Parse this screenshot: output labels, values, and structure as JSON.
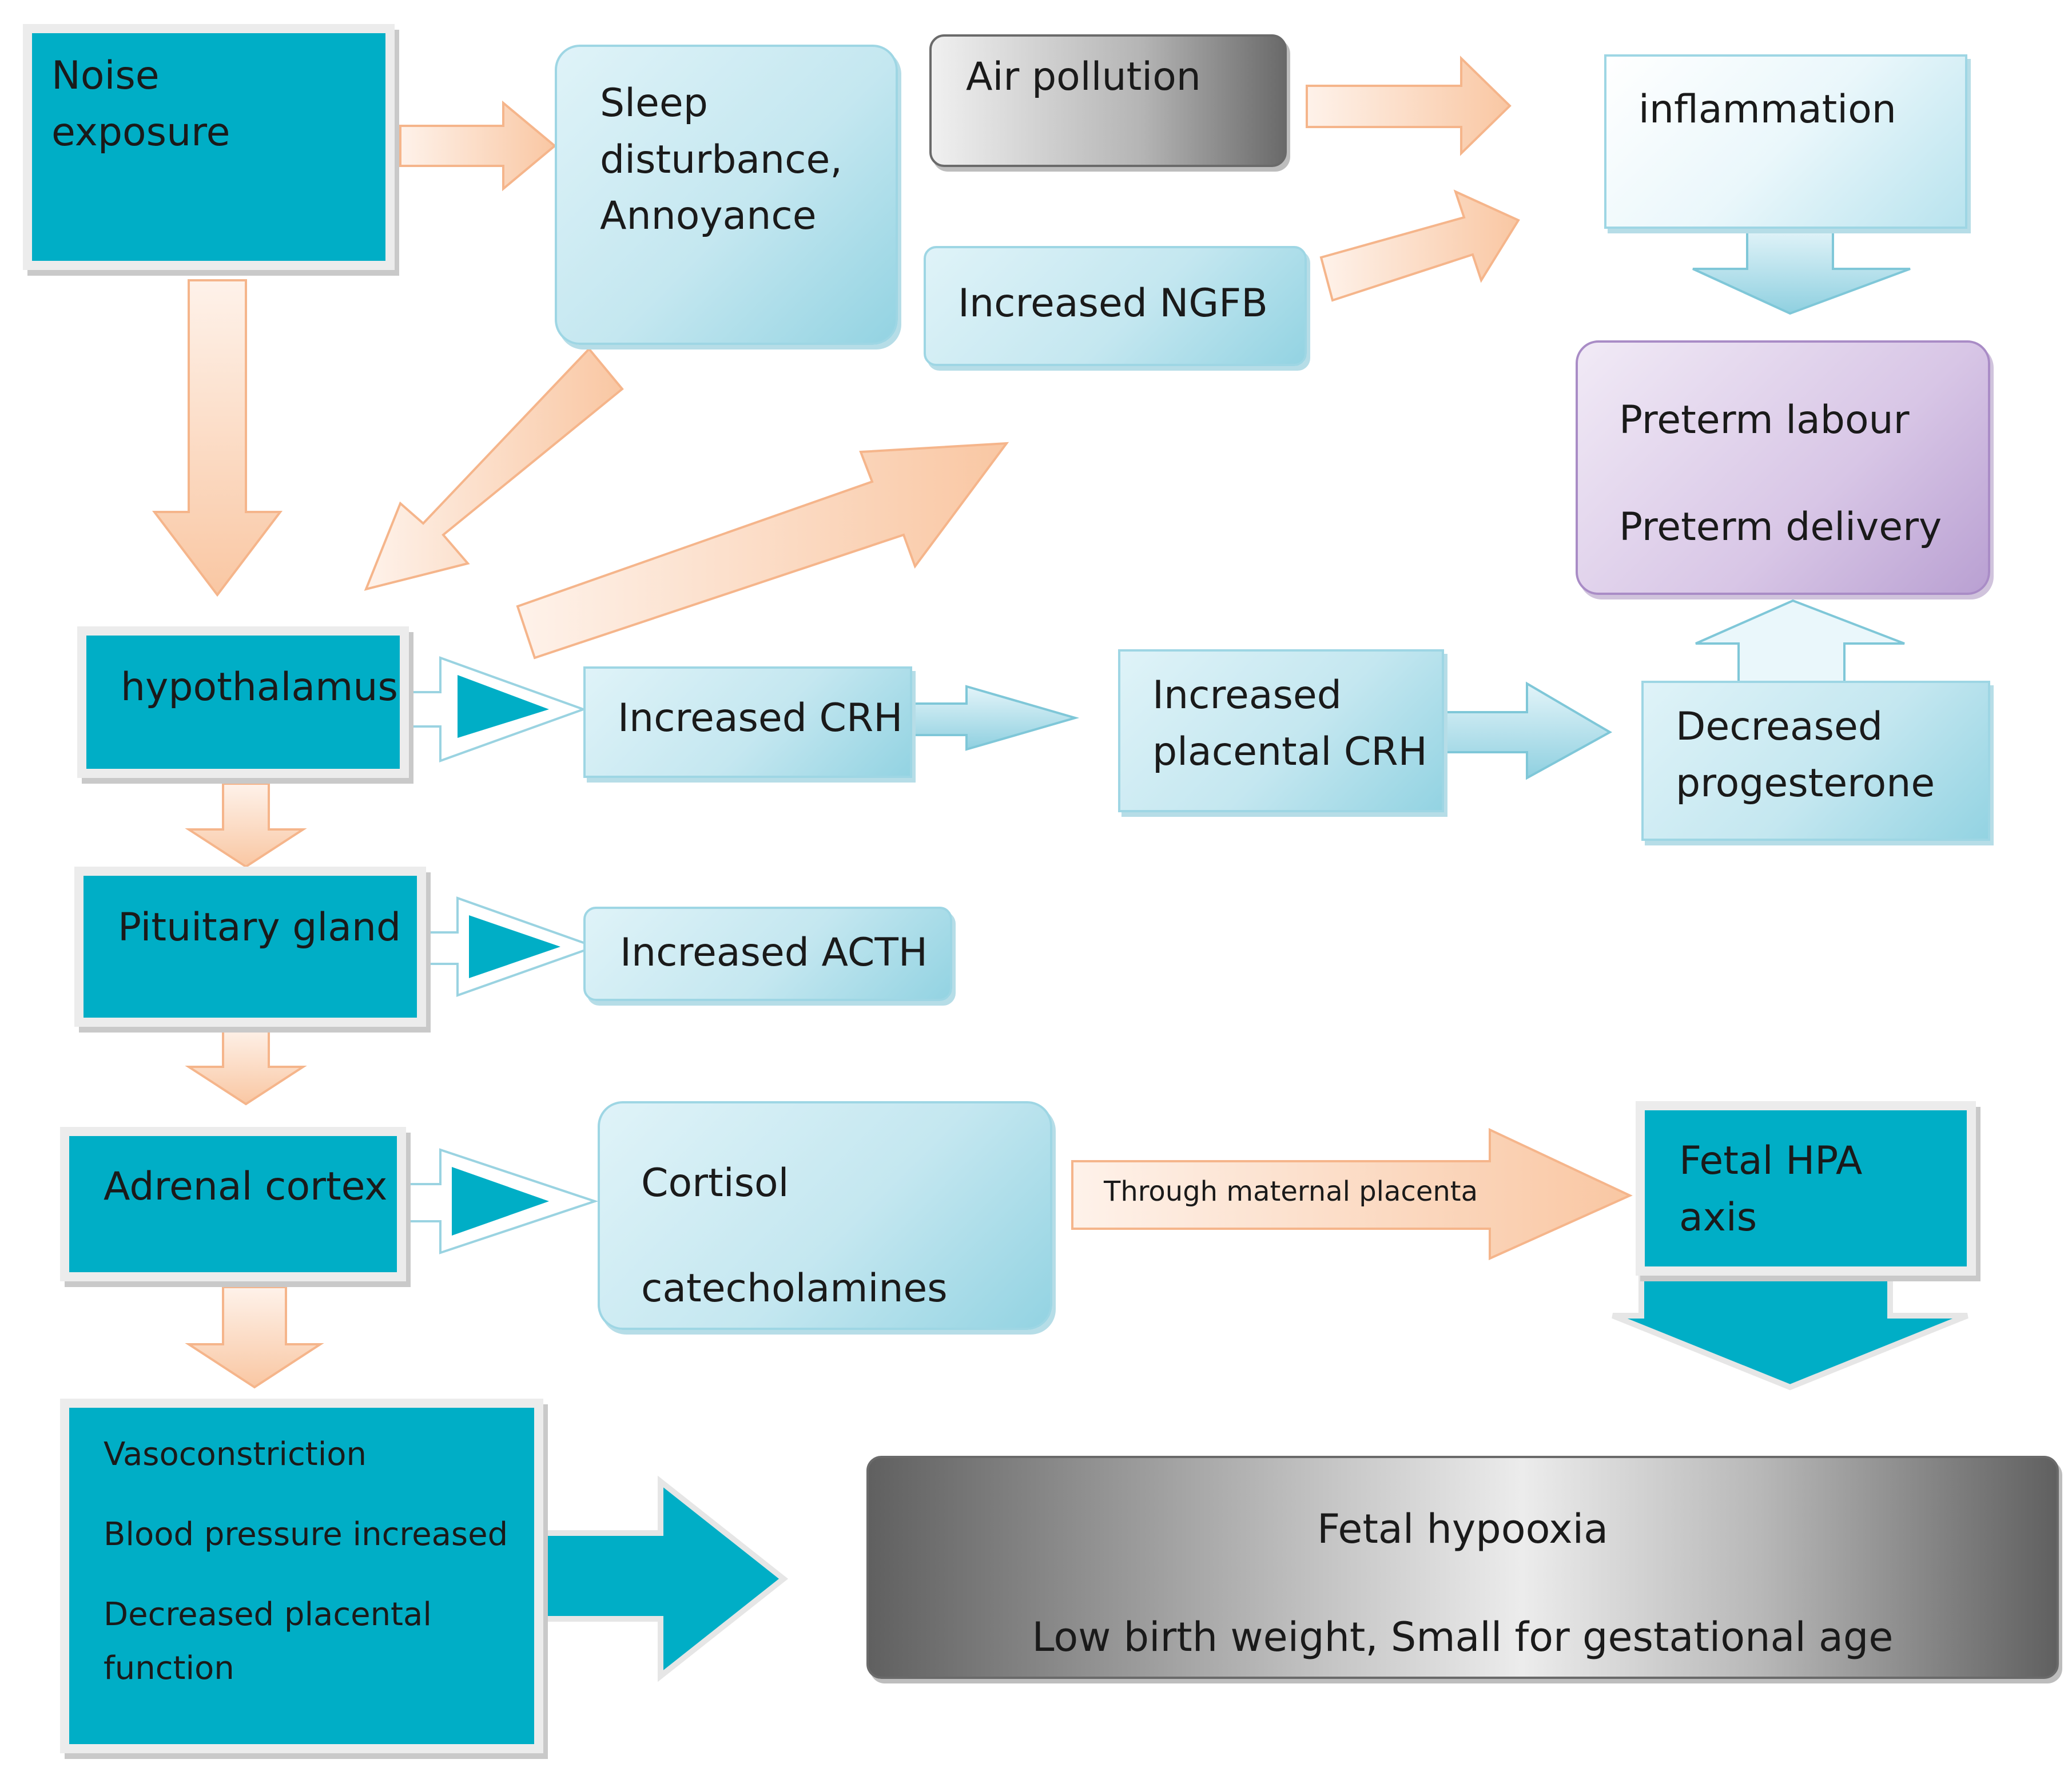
{
  "nodes": {
    "noise_exposure": [
      "Noise",
      "exposure"
    ],
    "sleep_disturbance": [
      "Sleep",
      "disturbance,",
      "Annoyance"
    ],
    "air_pollution": "Air pollution",
    "inflammation": "inflammation",
    "increased_ngfb": "Increased NGFB",
    "preterm": [
      "Preterm labour",
      "Preterm delivery"
    ],
    "hypothalamus": "hypothalamus",
    "increased_crh": "Increased CRH",
    "increased_placental_crh": [
      "Increased",
      "placental CRH"
    ],
    "decreased_progesterone": [
      "Decreased",
      "progesterone"
    ],
    "pituitary_gland": "Pituitary gland",
    "increased_acth": "Increased ACTH",
    "adrenal_cortex": "Adrenal cortex",
    "cortisol": [
      "Cortisol",
      "catecholamines"
    ],
    "fetal_hpa_axis": [
      "Fetal HPA",
      "axis"
    ],
    "vasoconstriction_box": [
      "Vasoconstriction",
      "Blood pressure increased",
      "Decreased placental",
      "function"
    ],
    "fetal_hypoxia": [
      "Fetal hypooxia",
      "Low birth weight, Small for gestational age"
    ]
  },
  "edge_labels": {
    "cortisol_to_fetal": "Through maternal placenta"
  },
  "colors": {
    "teal": "#00aec6",
    "peach_arrow": "#fbd0b1",
    "light_blue": "#c4e7f0",
    "purple": "#d8c6e6",
    "gray": "#9a9a9a"
  }
}
